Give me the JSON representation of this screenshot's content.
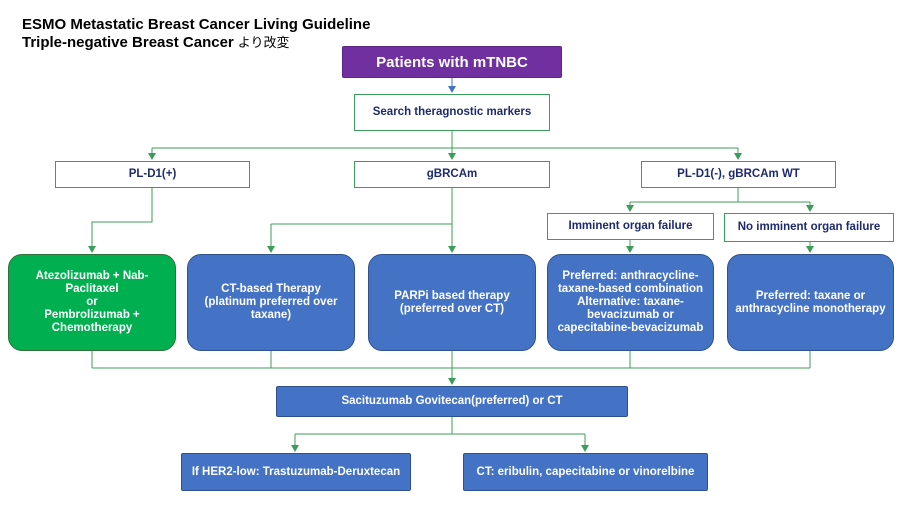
{
  "title": {
    "line1": "ESMO Metastatic Breast Cancer Living Guideline",
    "line2": "Triple-negative Breast Cancer",
    "line2_suffix": "より改変"
  },
  "nodes": {
    "patients": "Patients with mTNBC",
    "search": "Search theragnostic markers",
    "pdl1_pos": "PL-D1(+)",
    "gbrcam": "gBRCAm",
    "pdl1_neg_wt": "PL-D1(-), gBRCAm WT",
    "imminent": "Imminent organ failure",
    "no_imminent": "No imminent organ failure",
    "atezo_line1": "Atezolizumab + Nab-Paclitaxel",
    "atezo_line2": "or",
    "atezo_line3": "Pembrolizumab + Chemotherapy",
    "ct_based_line1": "CT-based Therapy",
    "ct_based_line2": "(platinum preferred over taxane)",
    "parpi_line1": "PARPi based therapy",
    "parpi_line2": "(preferred over CT)",
    "imminent_tx_line1": "Preferred: anthracycline-taxane-based combination",
    "imminent_tx_line2": "Alternative: taxane-bevacizumab or capecitabine-bevacizumab",
    "no_imminent_tx": "Preferred: taxane or anthracycline monotherapy",
    "sacituzumab": "Sacituzumab Govitecan(preferred) or CT",
    "her2_low": "If HER2-low: Trastuzumab-Deruxtecan",
    "ct_eribulin": "CT: eribulin, capecitabine or vinorelbine"
  },
  "colors": {
    "purple": "#7030a0",
    "blue": "#4472c4",
    "green": "#00b050",
    "connector": "#3c9c5a",
    "arrow_top": "#4472c4",
    "text_navy": "#1e2a6e"
  }
}
